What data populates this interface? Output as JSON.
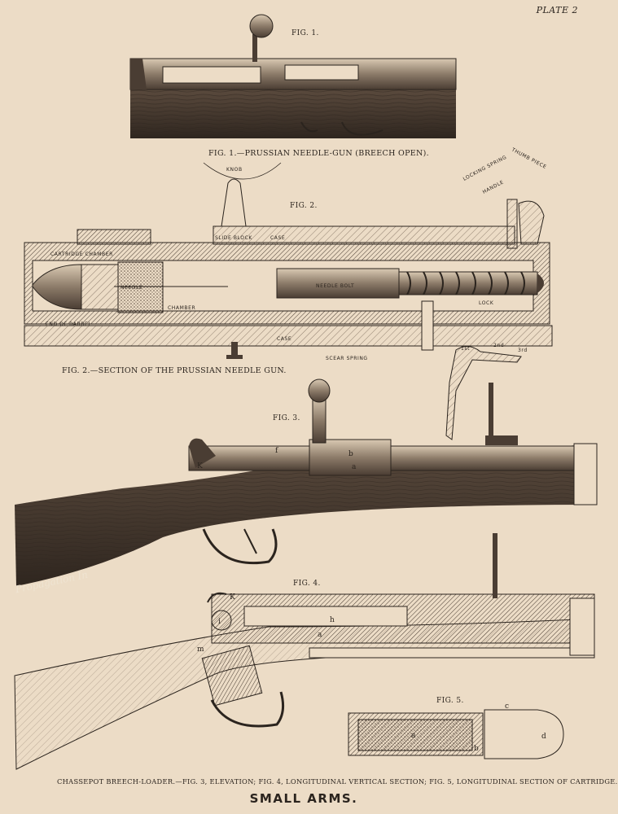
{
  "plate_number": "PLATE 2",
  "fig1": {
    "title": "FIG. 1.",
    "caption": "FIG. 1.—PRUSSIAN NEEDLE-GUN (BREECH OPEN)."
  },
  "fig2": {
    "title": "FIG. 2.",
    "caption": "FIG. 2.—SECTION OF THE PRUSSIAN NEEDLE GUN.",
    "labels": {
      "knob": "KNOB",
      "handle": "HANDLE",
      "locking_spring": "LOCKING SPRING",
      "thumb_piece": "THUMB PIECE",
      "slide_block": "SLIDE BLOCK",
      "case_top": "CASE",
      "cartridge_chamber": "CARTRIDGE CHAMBER",
      "needle": "NEEDLE",
      "chamber": "CHAMBER",
      "end_of_barrel": "END OF BARREL",
      "needle_bolt": "NEEDLE BOLT",
      "lock": "LOCK",
      "case_bottom": "CASE",
      "scear_spring": "SCEAR SPRING",
      "pos_1": "1st",
      "pos_2": "2nd",
      "pos_3": "3rd"
    }
  },
  "fig3": {
    "title": "FIG. 3.",
    "letters": {
      "k": "K",
      "b": "b",
      "f": "f",
      "a": "a"
    }
  },
  "fig4": {
    "title": "FIG. 4.",
    "letters": {
      "K": "K",
      "h": "h",
      "a": "a",
      "i": "i",
      "m": "m"
    }
  },
  "fig5": {
    "title": "FIG. 5.",
    "letters": {
      "a": "a",
      "b": "b",
      "d": "d",
      "c": "c"
    }
  },
  "engraver_signature": "Propagation In",
  "bottom_caption": "CHASSEPOT BREECH-LOADER.—FIG. 3, ELEVATION; FIG. 4, LONGITUDINAL VERTICAL SECTION; FIG. 5, LONGITUDINAL SECTION OF CARTRIDGE.",
  "main_title": "SMALL ARMS."
}
